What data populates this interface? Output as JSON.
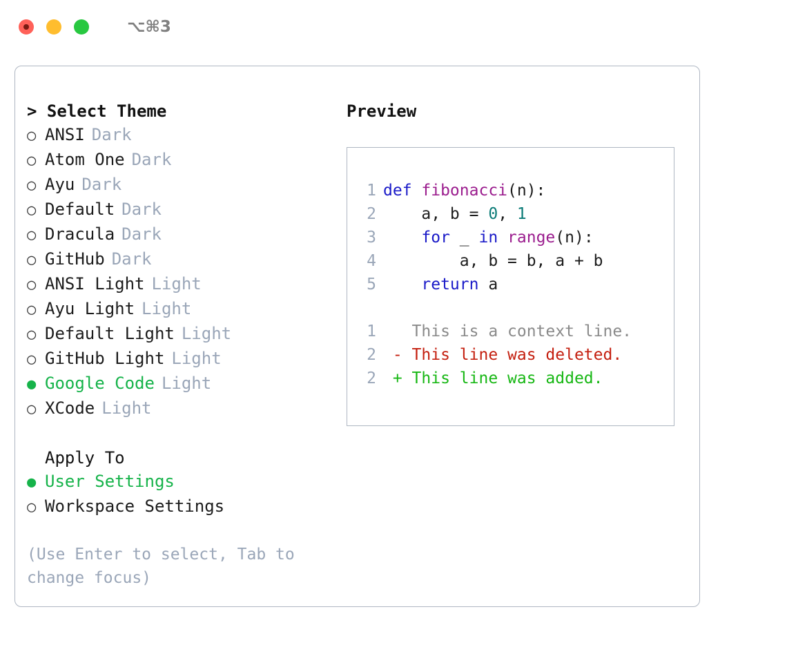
{
  "titlebar": {
    "shortcut": "⌥⌘3",
    "lights": [
      {
        "name": "close",
        "color": "#ff6159"
      },
      {
        "name": "minimize",
        "color": "#ffbd2e"
      },
      {
        "name": "maximize",
        "color": "#28c840"
      }
    ]
  },
  "theme_panel": {
    "heading": "> Select Theme",
    "bullet_selected": "●",
    "bullet_unselected": "○",
    "items": [
      {
        "label": "ANSI",
        "tag": "Dark",
        "selected": false
      },
      {
        "label": "Atom One",
        "tag": "Dark",
        "selected": false
      },
      {
        "label": "Ayu",
        "tag": "Dark",
        "selected": false
      },
      {
        "label": "Default",
        "tag": "Dark",
        "selected": false
      },
      {
        "label": "Dracula",
        "tag": "Dark",
        "selected": false
      },
      {
        "label": "GitHub",
        "tag": "Dark",
        "selected": false
      },
      {
        "label": "ANSI Light",
        "tag": "Light",
        "selected": false
      },
      {
        "label": "Ayu Light",
        "tag": "Light",
        "selected": false
      },
      {
        "label": "Default Light",
        "tag": "Light",
        "selected": false
      },
      {
        "label": "GitHub Light",
        "tag": "Light",
        "selected": false
      },
      {
        "label": "Google Code",
        "tag": "Light",
        "selected": true
      },
      {
        "label": "XCode",
        "tag": "Light",
        "selected": false
      }
    ]
  },
  "apply_to": {
    "heading": "Apply To",
    "items": [
      {
        "label": "User Settings",
        "selected": true
      },
      {
        "label": "Workspace Settings",
        "selected": false
      }
    ]
  },
  "hint": "(Use Enter to select, Tab to change focus)",
  "preview": {
    "title": "Preview",
    "code_lines": [
      {
        "num": "1",
        "tokens": [
          {
            "t": "def ",
            "c": "tok-kw"
          },
          {
            "t": "fibonacci",
            "c": "tok-fn"
          },
          {
            "t": "(n):",
            "c": "tok-plain"
          }
        ]
      },
      {
        "num": "2",
        "tokens": [
          {
            "t": "    a, b = ",
            "c": "tok-plain"
          },
          {
            "t": "0",
            "c": "tok-num"
          },
          {
            "t": ", ",
            "c": "tok-plain"
          },
          {
            "t": "1",
            "c": "tok-num"
          }
        ]
      },
      {
        "num": "3",
        "tokens": [
          {
            "t": "    ",
            "c": "tok-plain"
          },
          {
            "t": "for",
            "c": "tok-kw"
          },
          {
            "t": " _ ",
            "c": "tok-plain"
          },
          {
            "t": "in",
            "c": "tok-kw"
          },
          {
            "t": " ",
            "c": "tok-plain"
          },
          {
            "t": "range",
            "c": "tok-fn"
          },
          {
            "t": "(n):",
            "c": "tok-plain"
          }
        ]
      },
      {
        "num": "4",
        "tokens": [
          {
            "t": "        a, b = b, a + b",
            "c": "tok-plain"
          }
        ]
      },
      {
        "num": "5",
        "tokens": [
          {
            "t": "    ",
            "c": "tok-plain"
          },
          {
            "t": "return",
            "c": "tok-kw"
          },
          {
            "t": " a",
            "c": "tok-plain"
          }
        ]
      }
    ],
    "diff_lines": [
      {
        "num": "1",
        "text": "   This is a context line.",
        "kind": "diff-context"
      },
      {
        "num": "2",
        "text": " - This line was deleted.",
        "kind": "diff-del"
      },
      {
        "num": "2",
        "text": " + This line was added.",
        "kind": "diff-add"
      }
    ]
  },
  "colors": {
    "accent_green": "#16b34a",
    "muted": "#9aa6b8",
    "border": "#aeb6c2",
    "keyword": "#1a1ac8",
    "function": "#9b1d8e",
    "number": "#0b7b77",
    "diff_add": "#17b714",
    "diff_del": "#c41f0f"
  }
}
